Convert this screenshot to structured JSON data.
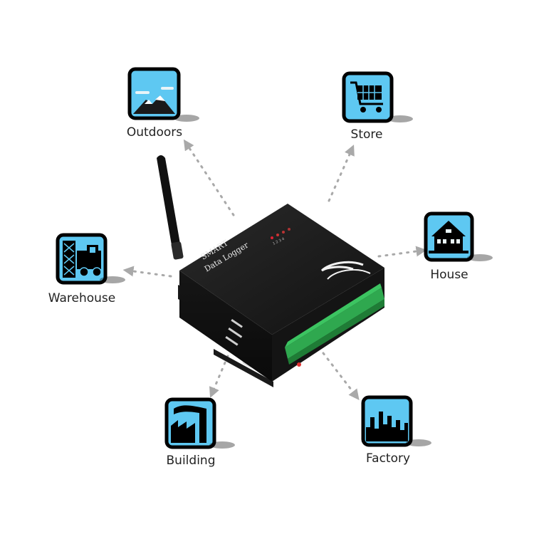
{
  "device": {
    "line1": "SMART",
    "line2": "Data Logger",
    "led_marks": "1 2 3 4"
  },
  "nodes": [
    {
      "id": "outdoors",
      "label": "Outdoors",
      "icon": "mountain-landscape-icon"
    },
    {
      "id": "store",
      "label": "Store",
      "icon": "shopping-cart-icon"
    },
    {
      "id": "house",
      "label": "House",
      "icon": "house-icon"
    },
    {
      "id": "warehouse",
      "label": "Warehouse",
      "icon": "forklift-icon"
    },
    {
      "id": "building",
      "label": "Building",
      "icon": "factory-smokestack-icon"
    },
    {
      "id": "factory",
      "label": "Factory",
      "icon": "city-skyline-icon"
    }
  ],
  "colors": {
    "icon_fill": "#5ec8f2",
    "icon_border": "#000000",
    "arrow": "#a9a9a9",
    "device_body": "#1c1c1c",
    "terminal_green": "#2fa84f"
  }
}
